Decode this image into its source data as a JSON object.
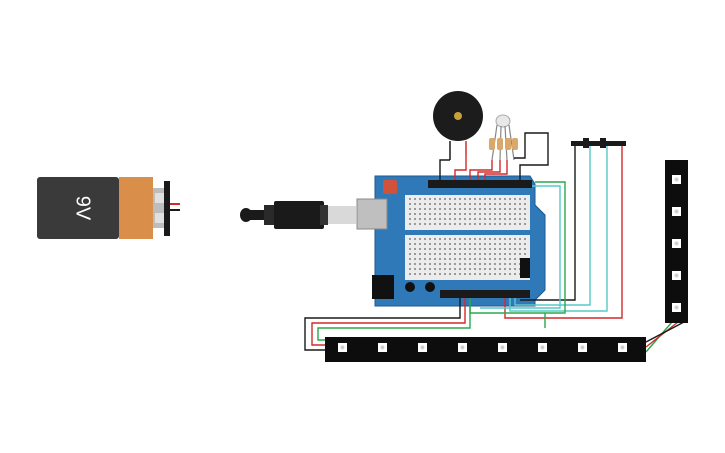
{
  "battery": {
    "label": "9V",
    "body_color": "#3a3a3a",
    "band_color": "#d98f4a"
  },
  "arduino": {
    "board_color": "#2f79b9",
    "header_color": "#1a1a1a",
    "reset_color": "#d0523a"
  },
  "strip": {
    "horizontal_leds": 8,
    "vertical_leds": 5,
    "strip_color": "#0d0d0d",
    "led_color": "#ffffff"
  },
  "wires": {
    "red": "#d22a2a",
    "black": "#1a1a1a",
    "green": "#2aa84a",
    "teal": "#59c9c9"
  },
  "buzzer": {
    "body_color": "#1c1c1c",
    "center_color": "#c7a23a"
  }
}
